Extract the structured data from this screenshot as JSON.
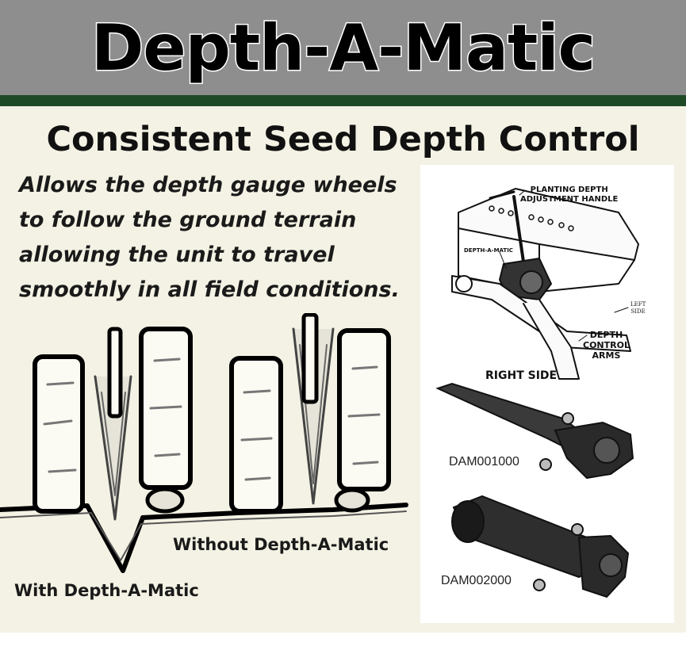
{
  "header": {
    "title": "Depth-A-Matic"
  },
  "subtitle": "Consistent Seed Depth Control",
  "description_lines": [
    "Allows the depth gauge wheels",
    "to follow the ground terrain",
    "allowing the unit to travel",
    "smoothly in all field conditions."
  ],
  "illustration": {
    "label_without": "Without Depth-A-Matic",
    "label_with": "With Depth-A-Matic"
  },
  "diagram": {
    "handle_label_line1": "PLANTING DEPTH",
    "handle_label_line2": "ADJUSTMENT HANDLE",
    "dam_label": "DEPTH-A-MATIC",
    "left_side_line1": "LEFT",
    "left_side_line2": "SIDE",
    "arms_line1": "DEPTH",
    "arms_line2": "CONTROL",
    "arms_line3": "ARMS",
    "right_side": "RIGHT SIDE"
  },
  "parts": [
    {
      "part_number": "DAM001000"
    },
    {
      "part_number": "DAM002000"
    }
  ],
  "colors": {
    "header_gray": "#8e8e8e",
    "header_stripe": "#1e4a26",
    "panel_cream": "#f4f2e4"
  }
}
